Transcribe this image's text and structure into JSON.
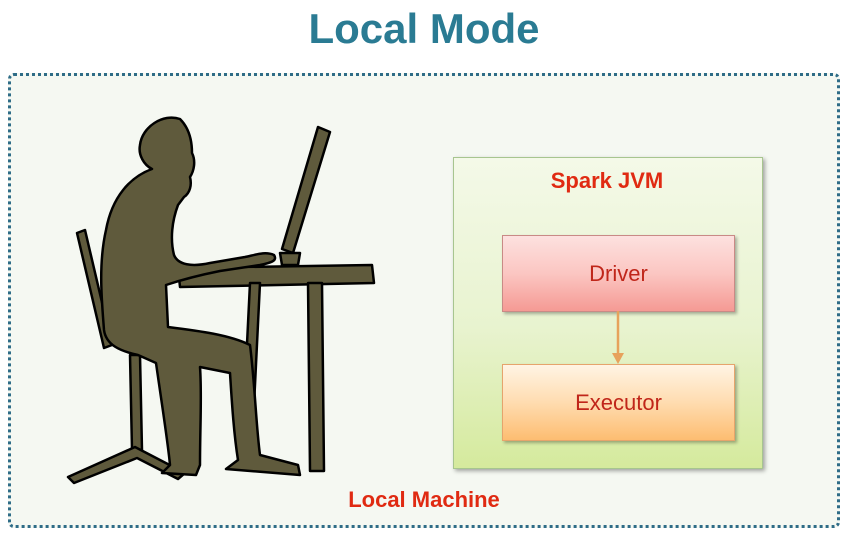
{
  "title": "Local Mode",
  "machine": {
    "label": "Local Machine"
  },
  "jvm": {
    "label": "Spark JVM"
  },
  "driver": {
    "label": "Driver"
  },
  "executor": {
    "label": "Executor"
  },
  "colors": {
    "title": "#2a7b93",
    "accent_text": "#e02a12",
    "silhouette": "#5f5a3c",
    "border": "#2e6c87",
    "connector": "#e7a25c"
  },
  "icons": {
    "user": "person-at-computer-icon"
  }
}
